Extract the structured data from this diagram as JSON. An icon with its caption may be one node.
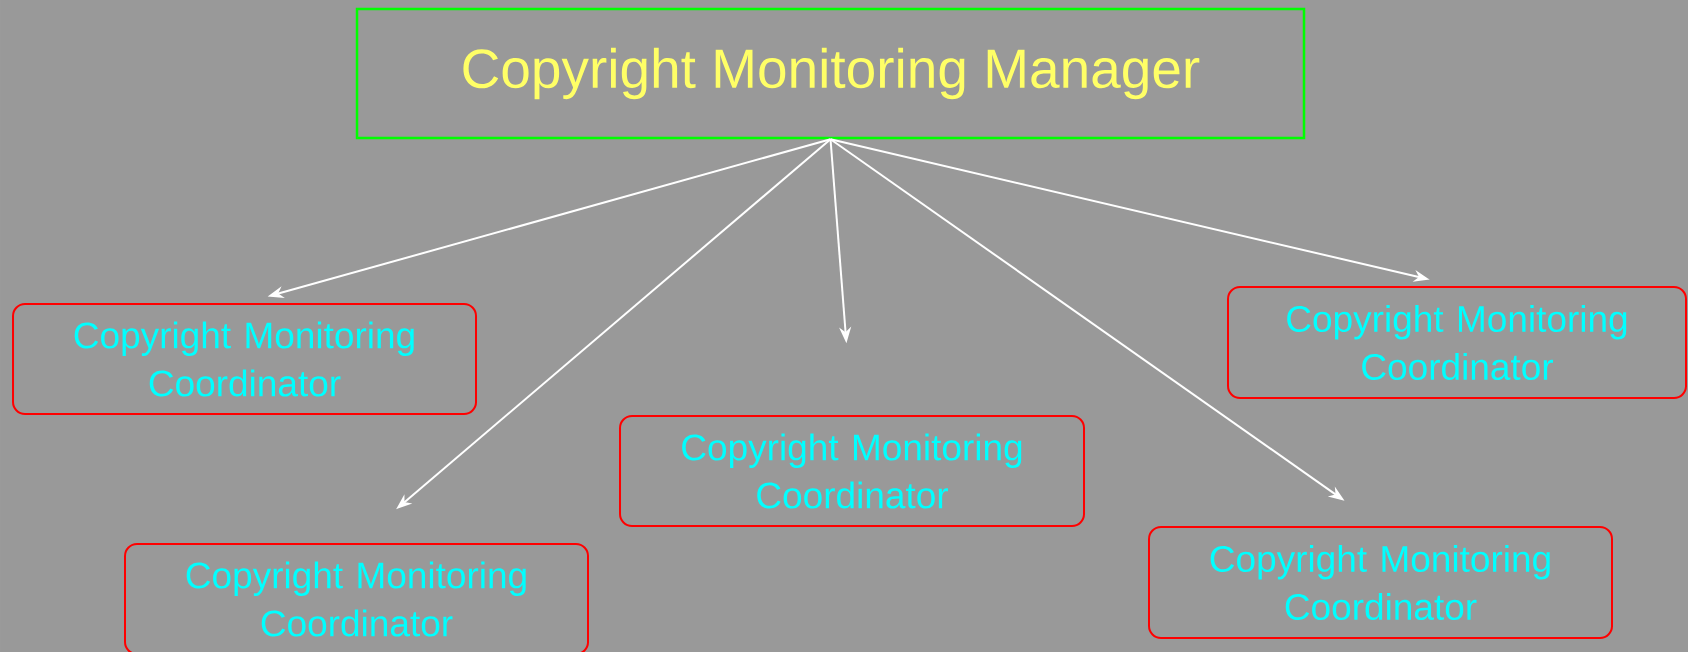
{
  "diagram": {
    "nodes": [
      {
        "text": [
          "Copyright Monitoring Manager"
        ]
      },
      {
        "text": [
          "Copyright Monitoring Coordinator"
        ]
      },
      {
        "text": [
          "Copyright Monitoring Coordinator"
        ]
      },
      {
        "text": [
          "Copyright Monitoring Coordinator"
        ]
      },
      {
        "text": [
          "Copyright Monitoring Coordinator"
        ]
      },
      {
        "text": [
          "Copyright Monitoring Coordinator"
        ]
      }
    ],
    "edges": [
      {
        "from": 0,
        "to": 1,
        "arrow": "to"
      },
      {
        "from": 0,
        "to": 2,
        "arrow": "to"
      },
      {
        "from": 0,
        "to": 3,
        "arrow": "to"
      },
      {
        "from": 0,
        "to": 4,
        "arrow": "to"
      },
      {
        "from": 0,
        "to": 5,
        "arrow": "to"
      }
    ]
  }
}
